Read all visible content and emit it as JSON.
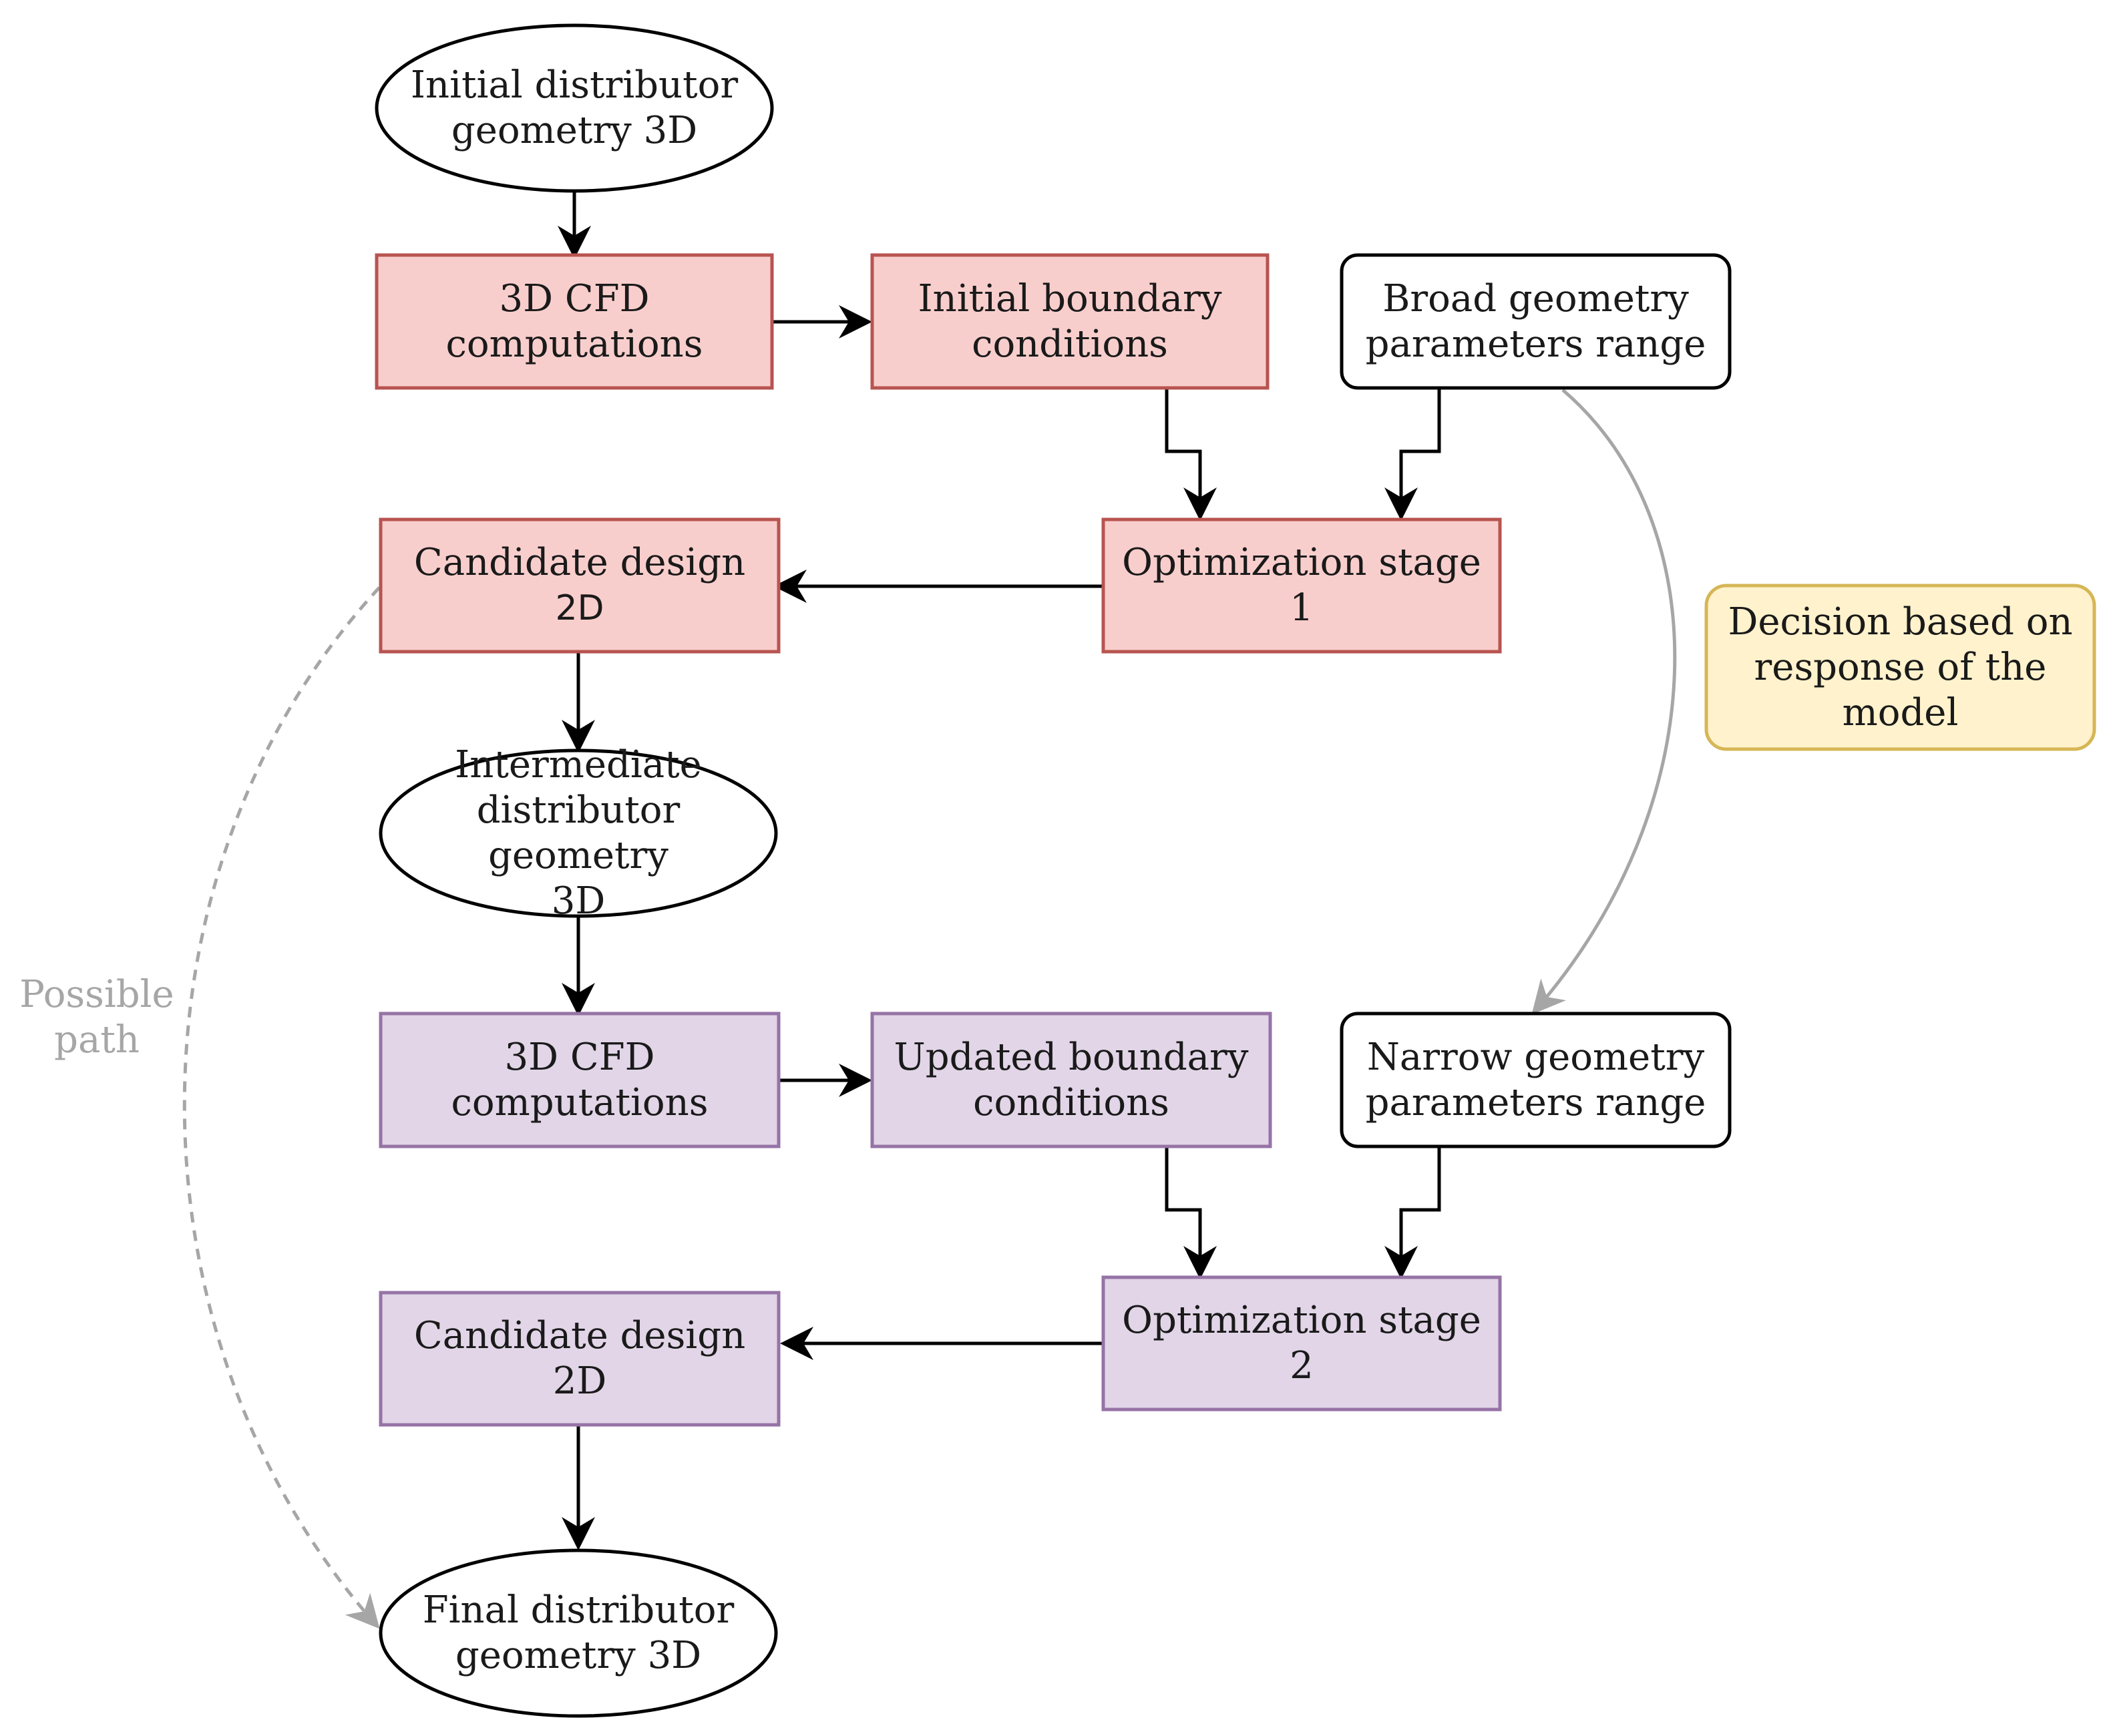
{
  "colors": {
    "red_fill": "#f8cecc",
    "red_stroke": "#b85450",
    "purple_fill": "#e1d5e7",
    "purple_stroke": "#9673a6",
    "yellow_fill": "#fff2cc",
    "yellow_stroke": "#d6b656",
    "arrow": "#000000",
    "gray_arrow": "#a6a6a6"
  },
  "nodes": {
    "initial_geometry": {
      "line1": "Initial distributor",
      "line2": "geometry 3D"
    },
    "cfd1": {
      "line1": "3D CFD",
      "line2": "computations"
    },
    "initial_bc": {
      "line1": "Initial boundary",
      "line2": "conditions"
    },
    "broad_range": {
      "line1": "Broad geometry",
      "line2": "parameters range"
    },
    "candidate1": {
      "line1": "Candidate design",
      "line2": "2D"
    },
    "opt1": {
      "line1": "Optimization stage",
      "line2": "1"
    },
    "decision": {
      "line1": "Decision based on",
      "line2": "response of the",
      "line3": "model"
    },
    "intermediate": {
      "line1": "Intermediate",
      "line2": "distributor geometry",
      "line3": "3D"
    },
    "cfd2": {
      "line1": "3D CFD",
      "line2": "computations"
    },
    "updated_bc": {
      "line1": "Updated boundary",
      "line2": "conditions"
    },
    "narrow_range": {
      "line1": "Narrow geometry",
      "line2": "parameters range"
    },
    "opt2": {
      "line1": "Optimization stage",
      "line2": "2"
    },
    "candidate2": {
      "line1": "Candidate design",
      "line2": "2D"
    },
    "final_geometry": {
      "line1": "Final distributor",
      "line2": "geometry 3D"
    }
  },
  "side_label": {
    "line1": "Possible",
    "line2": "path"
  }
}
